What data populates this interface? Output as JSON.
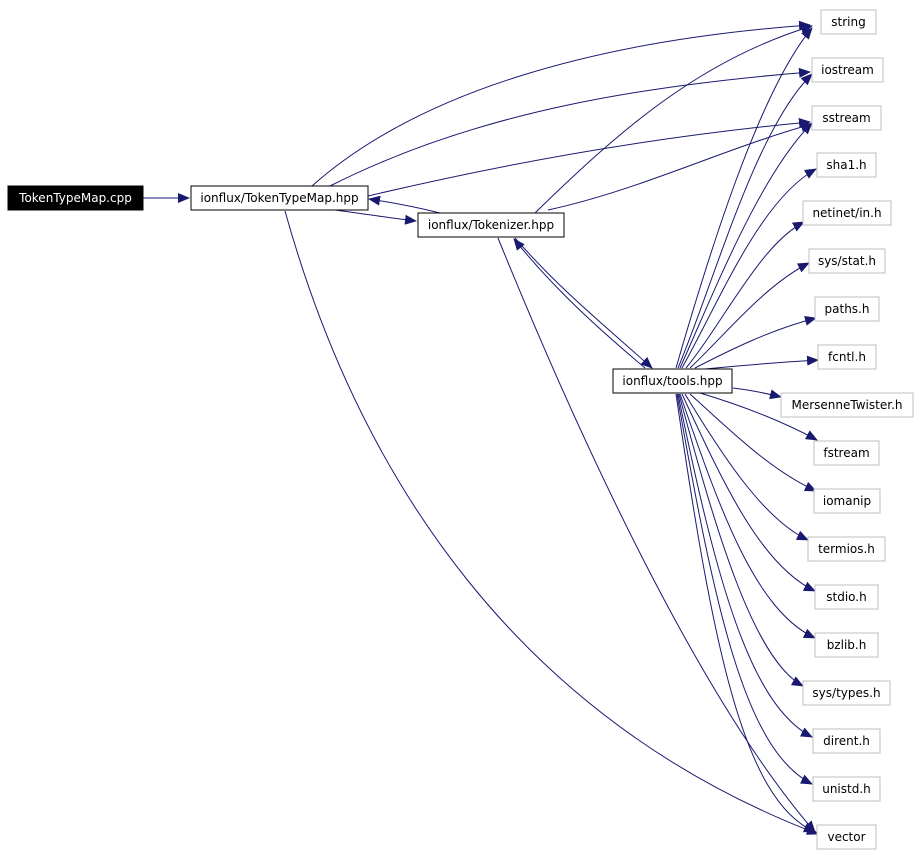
{
  "nodes": {
    "root": "TokenTypeMap.cpp",
    "tokentypemap_hpp": "ionflux/TokenTypeMap.hpp",
    "tokenizer_hpp": "ionflux/Tokenizer.hpp",
    "tools_hpp": "ionflux/tools.hpp",
    "string": "string",
    "iostream": "iostream",
    "sstream": "sstream",
    "sha1_h": "sha1.h",
    "netinet_in_h": "netinet/in.h",
    "sys_stat_h": "sys/stat.h",
    "paths_h": "paths.h",
    "fcntl_h": "fcntl.h",
    "mersenne_twister_h": "MersenneTwister.h",
    "fstream": "fstream",
    "iomanip": "iomanip",
    "termios_h": "termios.h",
    "stdio_h": "stdio.h",
    "bzlib_h": "bzlib.h",
    "sys_types_h": "sys/types.h",
    "dirent_h": "dirent.h",
    "unistd_h": "unistd.h",
    "vector": "vector"
  },
  "colors": {
    "edge": "#191970",
    "root_fill": "#000000",
    "root_text": "#ffffff",
    "local_border": "#000000",
    "system_border": "#bfbfbf"
  }
}
